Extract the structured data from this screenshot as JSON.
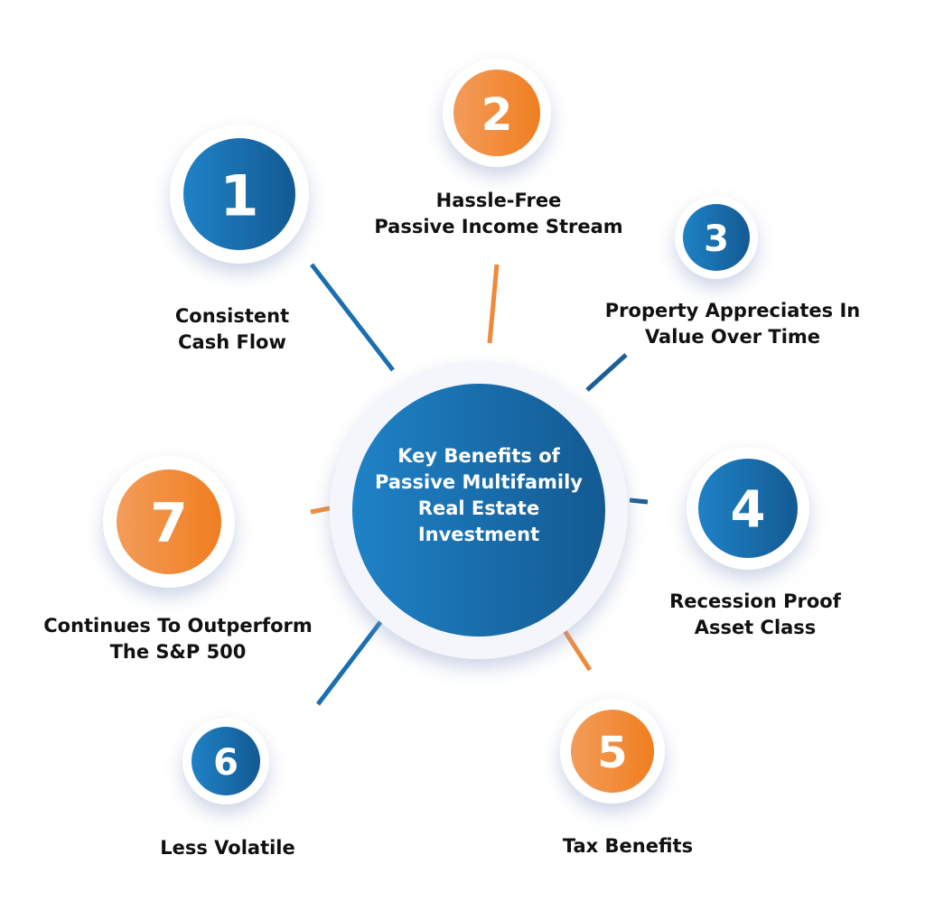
{
  "center_title": [
    "Key Benefits of",
    "Passive Multifamily",
    "Real Estate",
    "Investment"
  ],
  "benefits": [
    {
      "number": "1",
      "label": [
        "Consistent",
        "Cash Flow"
      ],
      "color": "blue"
    },
    {
      "number": "2",
      "label": [
        "Hassle-Free",
        "Passive Income Stream"
      ],
      "color": "orange"
    },
    {
      "number": "3",
      "label": [
        "Property Appreciates In",
        "Value Over Time"
      ],
      "color": "blue"
    },
    {
      "number": "4",
      "label": [
        "Recession Proof",
        "Asset Class"
      ],
      "color": "blue"
    },
    {
      "number": "5",
      "label": [
        "Tax Benefits"
      ],
      "color": "orange"
    },
    {
      "number": "6",
      "label": [
        "Less Volatile"
      ],
      "color": "blue"
    },
    {
      "number": "7",
      "label": [
        "Continues To Outperform",
        "The S&P 500"
      ],
      "color": "orange"
    }
  ],
  "colors": {
    "blue_light": "#1d7cc0",
    "blue_dark": "#135c94",
    "orange_light": "#f39a55",
    "orange_dark": "#f07f22"
  }
}
